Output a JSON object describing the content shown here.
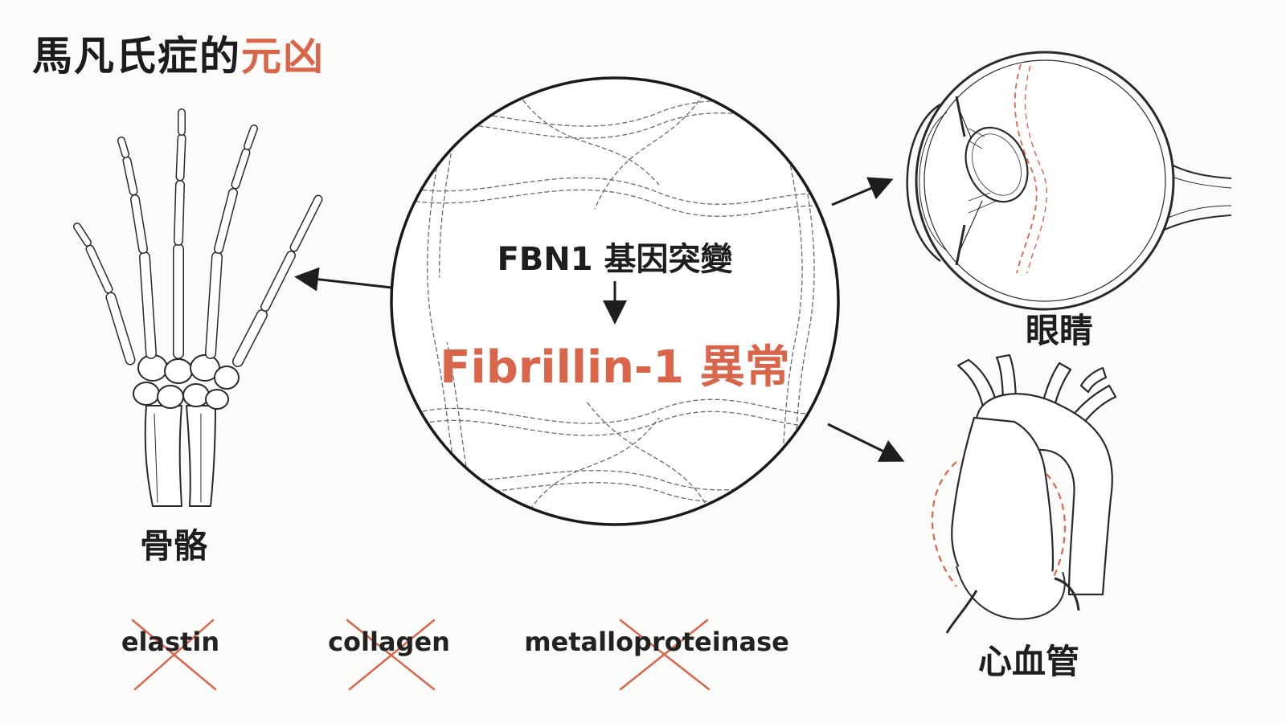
{
  "title": {
    "main": "馬凡氏症的",
    "accent": "元凶"
  },
  "center": {
    "gene_label": "FBN1 基因突變",
    "protein_label": "Fibrillin-1 異常"
  },
  "organs": {
    "skeleton": "骨骼",
    "eye": "眼睛",
    "cardiovascular": "心血管"
  },
  "excluded_molecules": [
    {
      "label": "elastin"
    },
    {
      "label": "collagen"
    },
    {
      "label": "metalloproteinase"
    }
  ],
  "colors": {
    "accent": "#d9664b",
    "ink": "#1c1c1c"
  },
  "icons": [
    "hand-skeleton-icon",
    "eye-anatomy-icon",
    "heart-aorta-icon",
    "cross-out-icon"
  ]
}
